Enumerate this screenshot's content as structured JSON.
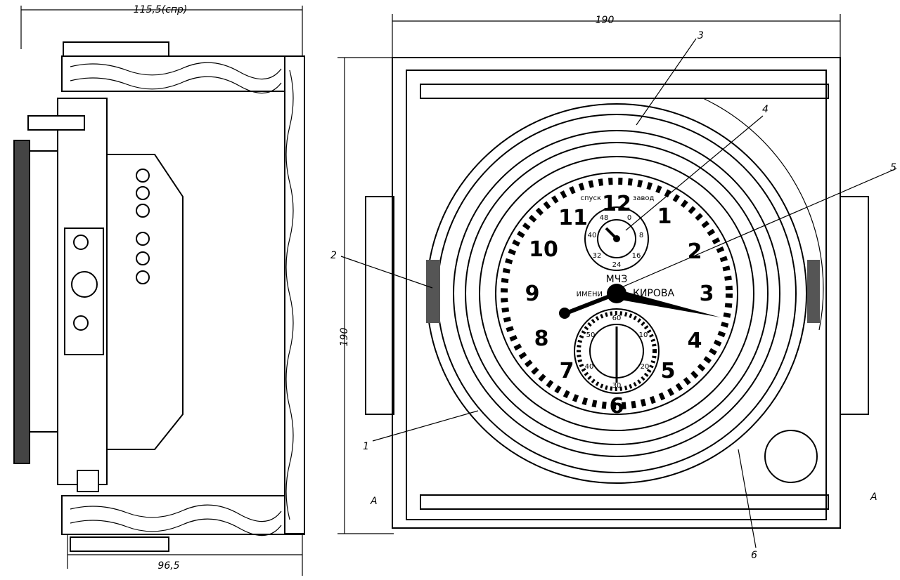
{
  "dimensions": {
    "side_top": "115,5(спр)",
    "side_bottom": "96,5",
    "front_width": "190",
    "front_height": "190"
  },
  "callouts": [
    "1",
    "2",
    "3",
    "4",
    "5",
    "6"
  ],
  "section_marks": [
    "A",
    "A"
  ],
  "dial": {
    "maker": "МЧЗ",
    "name_left": "ИМЕНИ",
    "name_right": "КИРОВА",
    "hours": [
      "12",
      "1",
      "2",
      "3",
      "4",
      "5",
      "6",
      "7",
      "8",
      "9",
      "10",
      "11"
    ],
    "seconds": [
      "60",
      "10",
      "20",
      "30",
      "40",
      "50"
    ],
    "reserve_labels": [
      "спуск",
      "завод"
    ],
    "reserve_ticks": [
      "0",
      "8",
      "16",
      "24",
      "32",
      "40",
      "48"
    ]
  }
}
